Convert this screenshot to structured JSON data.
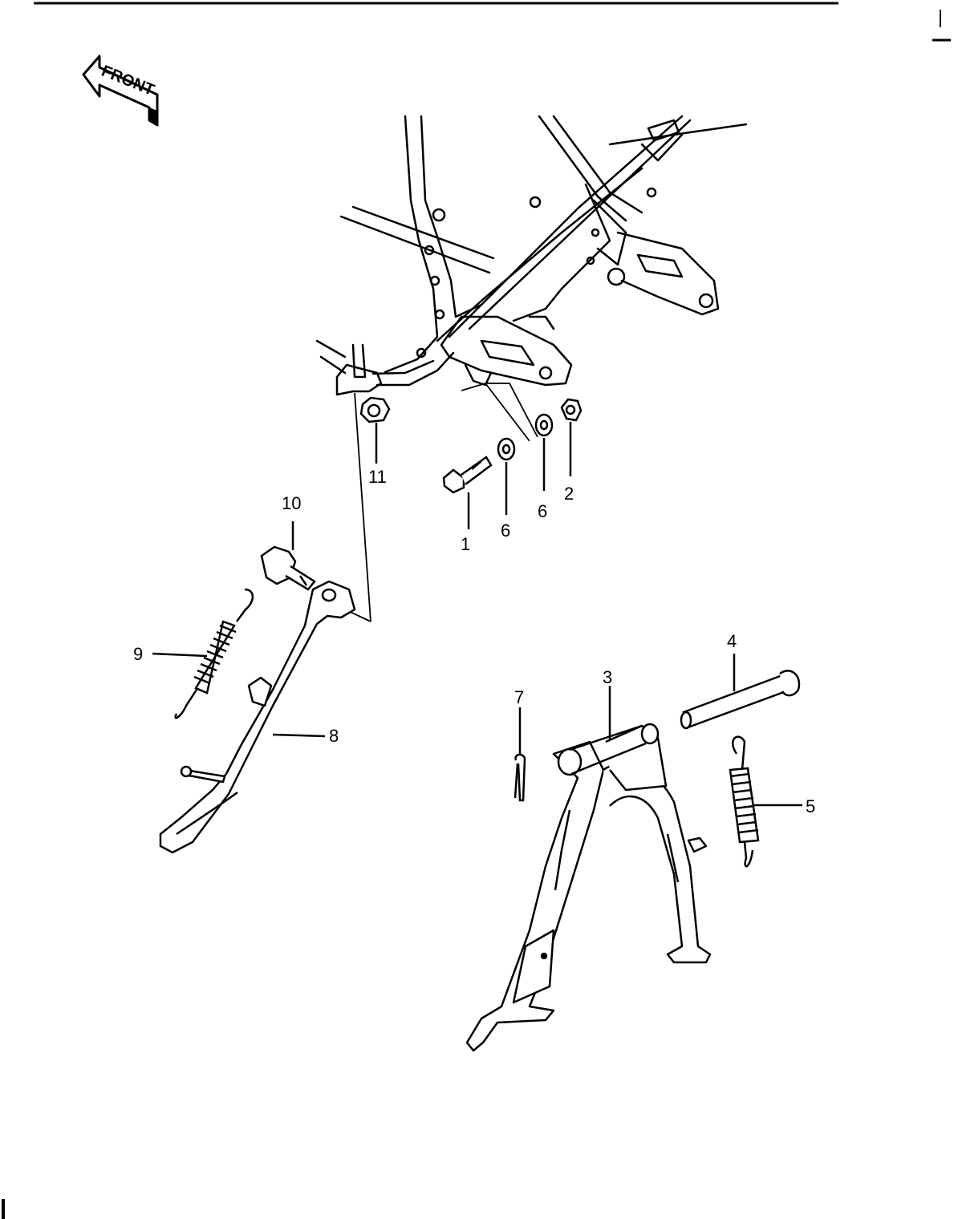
{
  "diagram": {
    "front_arrow_label": "FRONT",
    "callouts": [
      {
        "id": "1",
        "label": "1"
      },
      {
        "id": "2",
        "label": "2"
      },
      {
        "id": "3",
        "label": "3"
      },
      {
        "id": "4",
        "label": "4"
      },
      {
        "id": "5",
        "label": "5"
      },
      {
        "id": "6a",
        "label": "6"
      },
      {
        "id": "6b",
        "label": "6"
      },
      {
        "id": "7",
        "label": "7"
      },
      {
        "id": "8",
        "label": "8"
      },
      {
        "id": "9",
        "label": "9"
      },
      {
        "id": "10",
        "label": "10"
      },
      {
        "id": "11",
        "label": "11"
      }
    ]
  }
}
